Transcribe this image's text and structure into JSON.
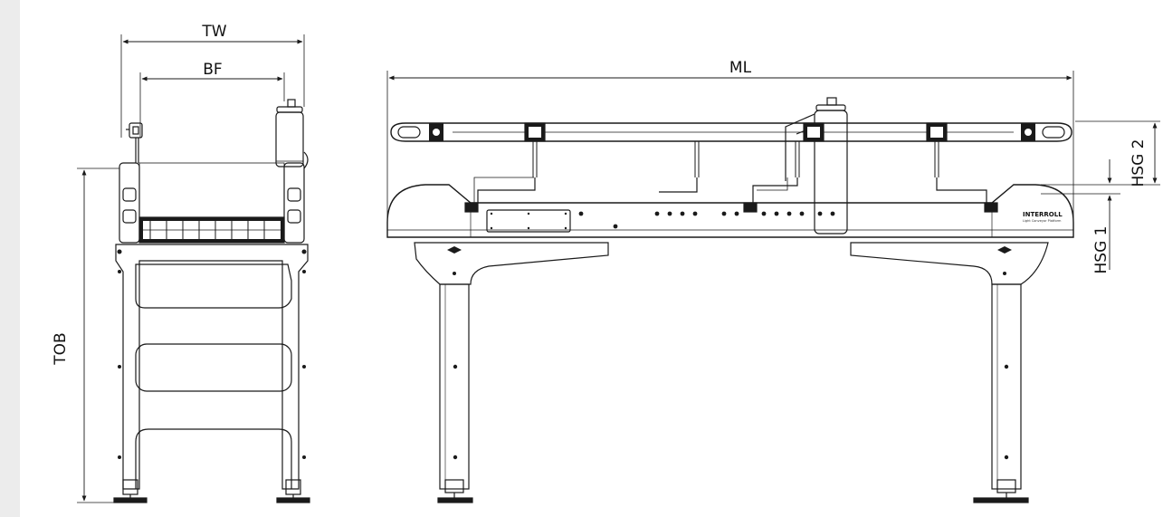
{
  "labels": {
    "tw": "TW",
    "bf": "BF",
    "tob": "TOB",
    "ml": "ML",
    "hsg2": "HSG 2",
    "hsg1": "HSG 1"
  },
  "logo": {
    "brand": "INTERROLL",
    "tagline": "Light Conveyor Platform"
  },
  "colors": {
    "line": "#1a1a1a",
    "side_strip": "#ececec"
  }
}
